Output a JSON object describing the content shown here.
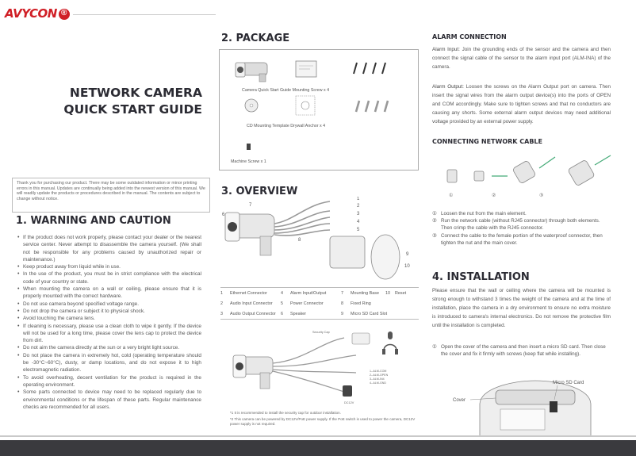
{
  "brand": {
    "name": "AVYCON",
    "mark": "®"
  },
  "left": {
    "title_line1": "NETWORK CAMERA",
    "title_line2": "QUICK START GUIDE",
    "intro": "Thank you for purchasing our product. There may be some outdated information or minor printing errors in this manual. Updates are continually being added into the newest version of this manual. We will readily update the products or procedures described in the manual. The contents are subject to change without notice.",
    "warning_heading": "1. WARNING AND CAUTION",
    "warnings": [
      "If the product does not work properly, please contact your dealer or the nearest service center. Never attempt to disassemble the camera yourself. (We shall not be responsible for any problems caused by unauthorized repair or maintenance.)",
      "Keep product away from liquid while in use.",
      "In the use of the product, you must be in strict compliance with the electrical code of your country or state.",
      "When mounting the camera on a wall or ceiling, please ensure that it is properly mounted with the correct hardware.",
      "Do not use camera beyond specified voltage range.",
      "Do not drop the camera or subject it to physical shock.",
      "Avoid touching the camera lens.",
      "If cleaning is necessary, please use a clean cloth to wipe it gently. If the device will not be used for a long time, please cover the lens cap to protect the device from dirt.",
      "Do not aim the camera directly at the sun or a very bright light source.",
      "Do not place the camera in extremely hot, cold (operating temperature should be -30°C~60°C), dusty, or damp locations, and do not expose it to high electromagnetic radiation.",
      "To avoid overheating, decent ventilation for the product is required in the operating environment.",
      "Some parts connected to device may need to be replaced regularly due to environmental conditions or the lifespan of these parts. Regular maintenance checks are recommended for all users."
    ]
  },
  "middle": {
    "package_heading": "2. PACKAGE",
    "package_items": {
      "row1": "Camera Quick Start Guide Mounting Screw x 4",
      "row2": "CD Mounting Template Drywall Anchor x 4",
      "row3": "Machine Screw x 1"
    },
    "overview_heading": "3. OVERVIEW",
    "callouts": [
      "1",
      "2",
      "3",
      "4",
      "5",
      "6",
      "7",
      "8",
      "9",
      "10"
    ],
    "parts": [
      [
        "1",
        "Ethernet Connector",
        "4",
        "Alarm Input/Output",
        "7",
        "Mounting Base",
        "10",
        "Reset"
      ],
      [
        "2",
        "Audio Input Connector",
        "5",
        "Power Connector",
        "8",
        "Fixed Ring",
        "",
        ""
      ],
      [
        "3",
        "Audio Output Connector",
        "6",
        "Speaker",
        "9",
        "Micro SD Card Slot",
        "",
        ""
      ]
    ],
    "diagram_labels": {
      "security_cap": "Security Cap",
      "alarm1": "1--ALM-COM",
      "alarm2": "2--ALM-OPEN",
      "alarm3": "3--ALM-IN4",
      "alarm4": "4--ALM-GND",
      "dc": "DC12V"
    },
    "note1": "*1 It is recommended to install the security cap for outdoor installation.",
    "note2": "*2 This camera can be powered by DC12V/PoE power supply. If the PoE switch is used to power the camera, DC12V power supply is not required."
  },
  "right": {
    "alarm_heading": "ALARM CONNECTION",
    "alarm_input_label": "Alarm Input:",
    "alarm_input": "Join the grounding ends of the sensor and the camera and then connect the signal cable of the sensor to the alarm input port (ALM-INA) of the camera.",
    "alarm_output_label": "Alarm Output:",
    "alarm_output": "Loosen the screws on the Alarm Output port on camera. Then insert the signal wires from the alarm output device(s) into the ports of OPEN and COM accordingly. Make sure to tighten screws and that no conductors are causing any shorts. Some external alarm output devices may need additional voltage provided by an external power supply.",
    "network_heading": "CONNECTING NETWORK CABLE",
    "cable_steps": [
      {
        "n": "①",
        "text": "Loosen the nut from the main element."
      },
      {
        "n": "②",
        "text": "Run the network cable (without RJ45 connector) through both elements. Then crimp the cable with the RJ45 connector."
      },
      {
        "n": "③",
        "text": "Connect the cable to the female portion of the waterproof connector, then tighten the nut and the main cover."
      }
    ],
    "cable_fig_labels": [
      "①",
      "②",
      "③"
    ],
    "install_heading": "4. INSTALLATION",
    "install_text": "Please ensure that the wall or ceiling where the camera will be mounted is strong enough to withstand 3 times the weight of the camera and at the time of installation, place the camera in a dry environment to ensure no extra moisture is introduced to camera's internal electronics. Do not remove the protective film until the installation is completed.",
    "install_step_num": "①",
    "install_step": "Open the cover of the camera and then insert a micro SD card. Then close the cover and fix it firmly with screws (keep flat while installing).",
    "fig_labels": {
      "micro_sd": "Micro SD Card",
      "cover": "Cover"
    }
  }
}
